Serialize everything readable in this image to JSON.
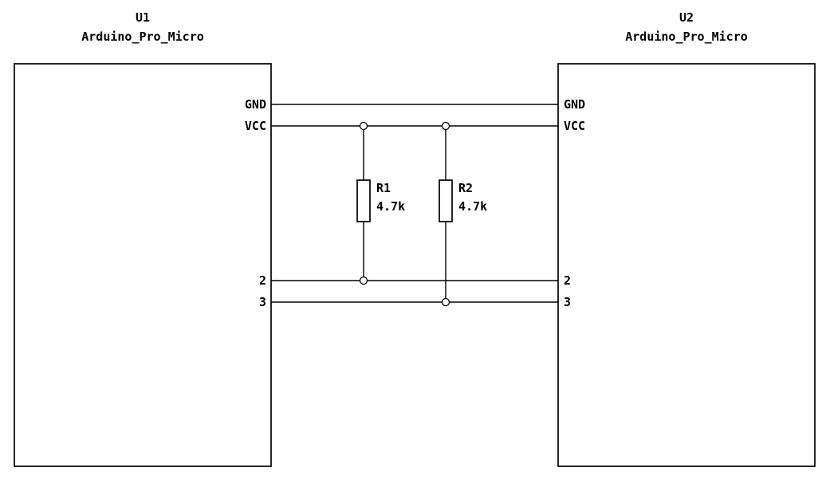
{
  "components": {
    "u1": {
      "ref": "U1",
      "value": "Arduino_Pro_Micro",
      "pins": [
        "GND",
        "VCC",
        "2",
        "3"
      ]
    },
    "u2": {
      "ref": "U2",
      "value": "Arduino_Pro_Micro",
      "pins": [
        "GND",
        "VCC",
        "2",
        "3"
      ]
    },
    "r1": {
      "ref": "R1",
      "value": "4.7k"
    },
    "r2": {
      "ref": "R2",
      "value": "4.7k"
    }
  },
  "nets": [
    "GND",
    "VCC",
    "2",
    "3"
  ],
  "colors": {
    "line": "#000000",
    "background": "#ffffff"
  }
}
